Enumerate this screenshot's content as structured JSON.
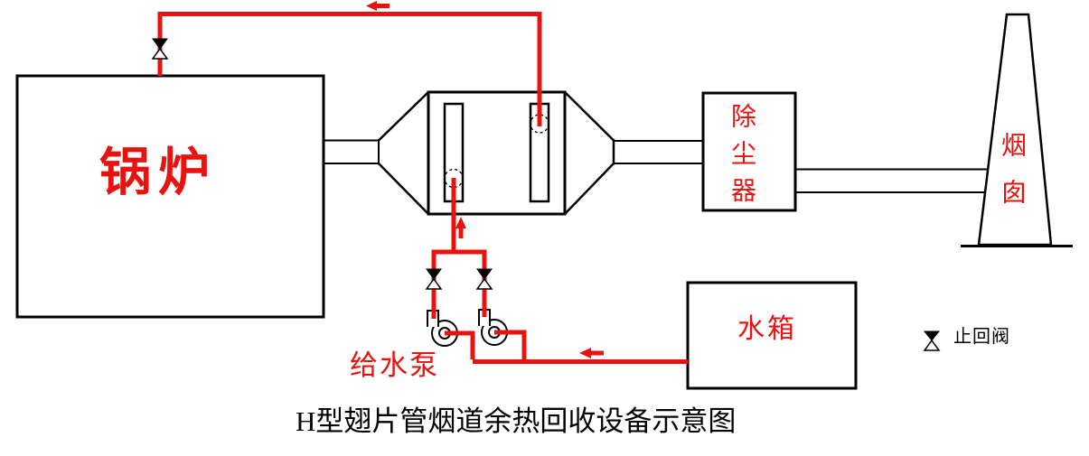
{
  "title": "H型翅片管烟道余热回收设备示意图",
  "labels": {
    "boiler": "锅炉",
    "dust_collector": "除尘器",
    "chimney": "烟囱",
    "water_tank": "水箱",
    "feed_pump": "给水泵"
  },
  "legend": {
    "check_valve": "止回阀"
  },
  "colors": {
    "pipe_red": "#e8130f",
    "line_black": "#000000",
    "background": "#ffffff"
  }
}
